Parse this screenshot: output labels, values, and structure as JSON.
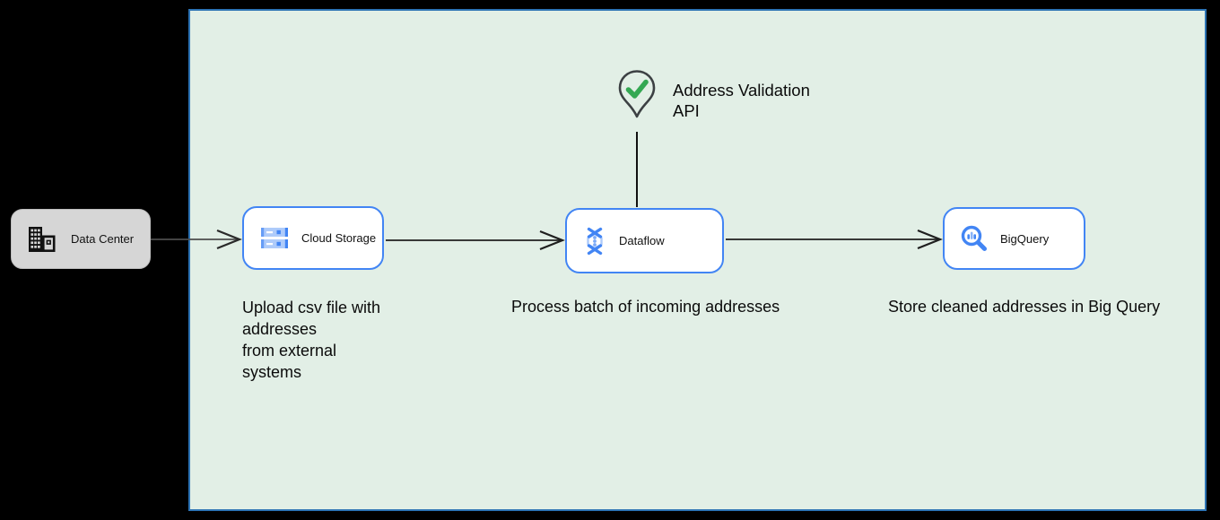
{
  "nodes": {
    "data_center": {
      "label": "Data Center"
    },
    "cloud_storage": {
      "label": "Cloud Storage"
    },
    "dataflow": {
      "label": "Dataflow"
    },
    "bigquery": {
      "label": "BigQuery"
    }
  },
  "api_marker": {
    "line1": "Address Validation",
    "line2": "API"
  },
  "notes": {
    "upload": {
      "lines": [
        "Upload csv file with",
        "addresses",
        "from external",
        "systems"
      ]
    },
    "process": "Process batch of incoming addresses",
    "store": "Store cleaned addresses in Big Query"
  },
  "icons": {
    "data_center": "building-icon",
    "cloud_storage": "cloud-storage-icon",
    "dataflow": "dataflow-icon",
    "bigquery": "bigquery-magnifier-icon",
    "address_validation": "map-pin-check-icon"
  },
  "colors": {
    "canvas_bg": "#000000",
    "container_fill": "#e2efe6",
    "container_border": "#2d74b5",
    "node_border": "#4285f4",
    "node_fill": "#ffffff",
    "data_center_fill": "#d6d6d6",
    "check_green": "#34a853",
    "arrow": "#222222",
    "text": "#0b0b0b"
  }
}
